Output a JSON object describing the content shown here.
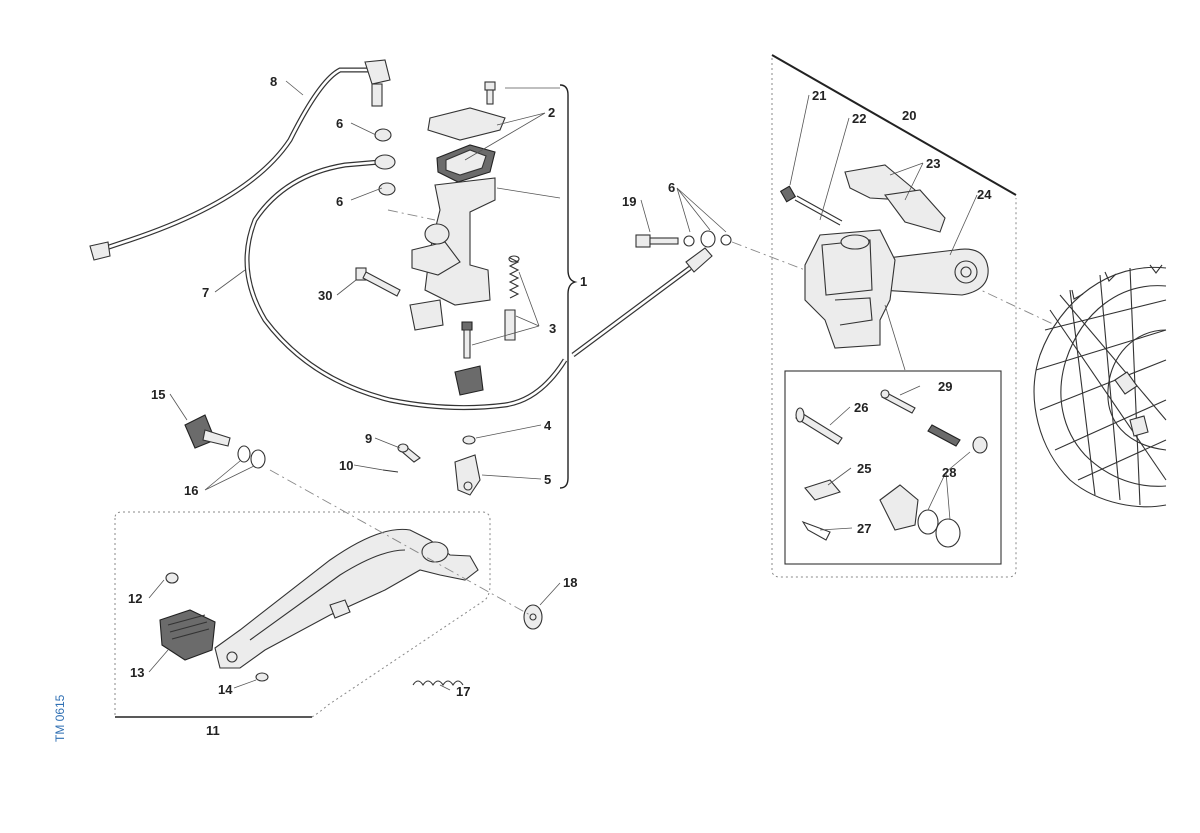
{
  "diagram": {
    "title": "Rear brake exploded view",
    "drawing_code": "TM 0615",
    "callouts": [
      {
        "id": "c1",
        "text": "1"
      },
      {
        "id": "c2",
        "text": "2"
      },
      {
        "id": "c3",
        "text": "3"
      },
      {
        "id": "c4",
        "text": "4"
      },
      {
        "id": "c5",
        "text": "5"
      },
      {
        "id": "c6a",
        "text": "6"
      },
      {
        "id": "c6b",
        "text": "6"
      },
      {
        "id": "c6c",
        "text": "6"
      },
      {
        "id": "c7",
        "text": "7"
      },
      {
        "id": "c8",
        "text": "8"
      },
      {
        "id": "c9",
        "text": "9"
      },
      {
        "id": "c10",
        "text": "10"
      },
      {
        "id": "c11",
        "text": "11"
      },
      {
        "id": "c12",
        "text": "12"
      },
      {
        "id": "c13",
        "text": "13"
      },
      {
        "id": "c14",
        "text": "14"
      },
      {
        "id": "c15",
        "text": "15"
      },
      {
        "id": "c16",
        "text": "16"
      },
      {
        "id": "c17",
        "text": "17"
      },
      {
        "id": "c18",
        "text": "18"
      },
      {
        "id": "c19",
        "text": "19"
      },
      {
        "id": "c20",
        "text": "20"
      },
      {
        "id": "c21",
        "text": "21"
      },
      {
        "id": "c22",
        "text": "22"
      },
      {
        "id": "c23",
        "text": "23"
      },
      {
        "id": "c24",
        "text": "24"
      },
      {
        "id": "c25",
        "text": "25"
      },
      {
        "id": "c26",
        "text": "26"
      },
      {
        "id": "c27",
        "text": "27"
      },
      {
        "id": "c28",
        "text": "28"
      },
      {
        "id": "c29",
        "text": "29"
      },
      {
        "id": "c30",
        "text": "30"
      }
    ]
  }
}
